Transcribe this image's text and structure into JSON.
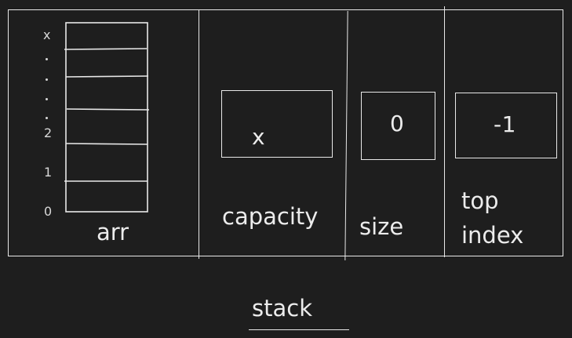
{
  "array_field": {
    "label": "arr",
    "index_labels": [
      "0",
      "1",
      "2",
      "x"
    ],
    "ellipsis": ". . . ."
  },
  "capacity_field": {
    "label": "capacity",
    "value": "x"
  },
  "size_field": {
    "label": "size",
    "value": "0"
  },
  "top_index_field": {
    "label_line1": "top",
    "label_line2": "index",
    "value": "-1"
  },
  "caption": {
    "text": "stack"
  }
}
